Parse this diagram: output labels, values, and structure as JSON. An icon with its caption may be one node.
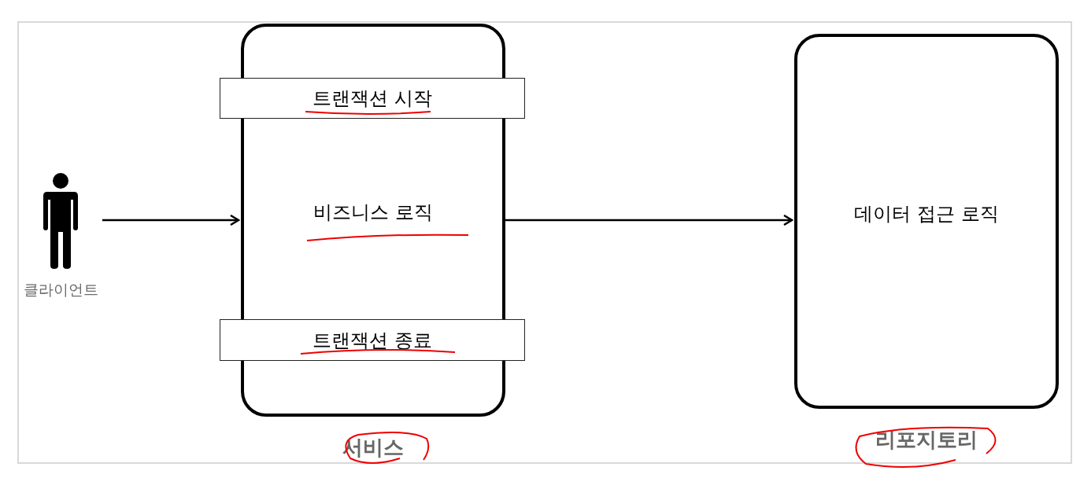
{
  "diagram": {
    "nodes": [
      {
        "text": [
          "클라이언트"
        ]
      },
      {
        "text": [
          "비즈니스 로직",
          "서비스"
        ]
      },
      {
        "text": [
          "트랜잭션 시작"
        ]
      },
      {
        "text": [
          "트랜잭션 종료"
        ]
      },
      {
        "text": [
          "데이터 접근 로직",
          "리포지토리"
        ]
      }
    ],
    "edges": [
      {
        "from": 0,
        "to": 1,
        "arrow": "to"
      },
      {
        "from": 1,
        "to": 4,
        "arrow": "to"
      }
    ]
  }
}
